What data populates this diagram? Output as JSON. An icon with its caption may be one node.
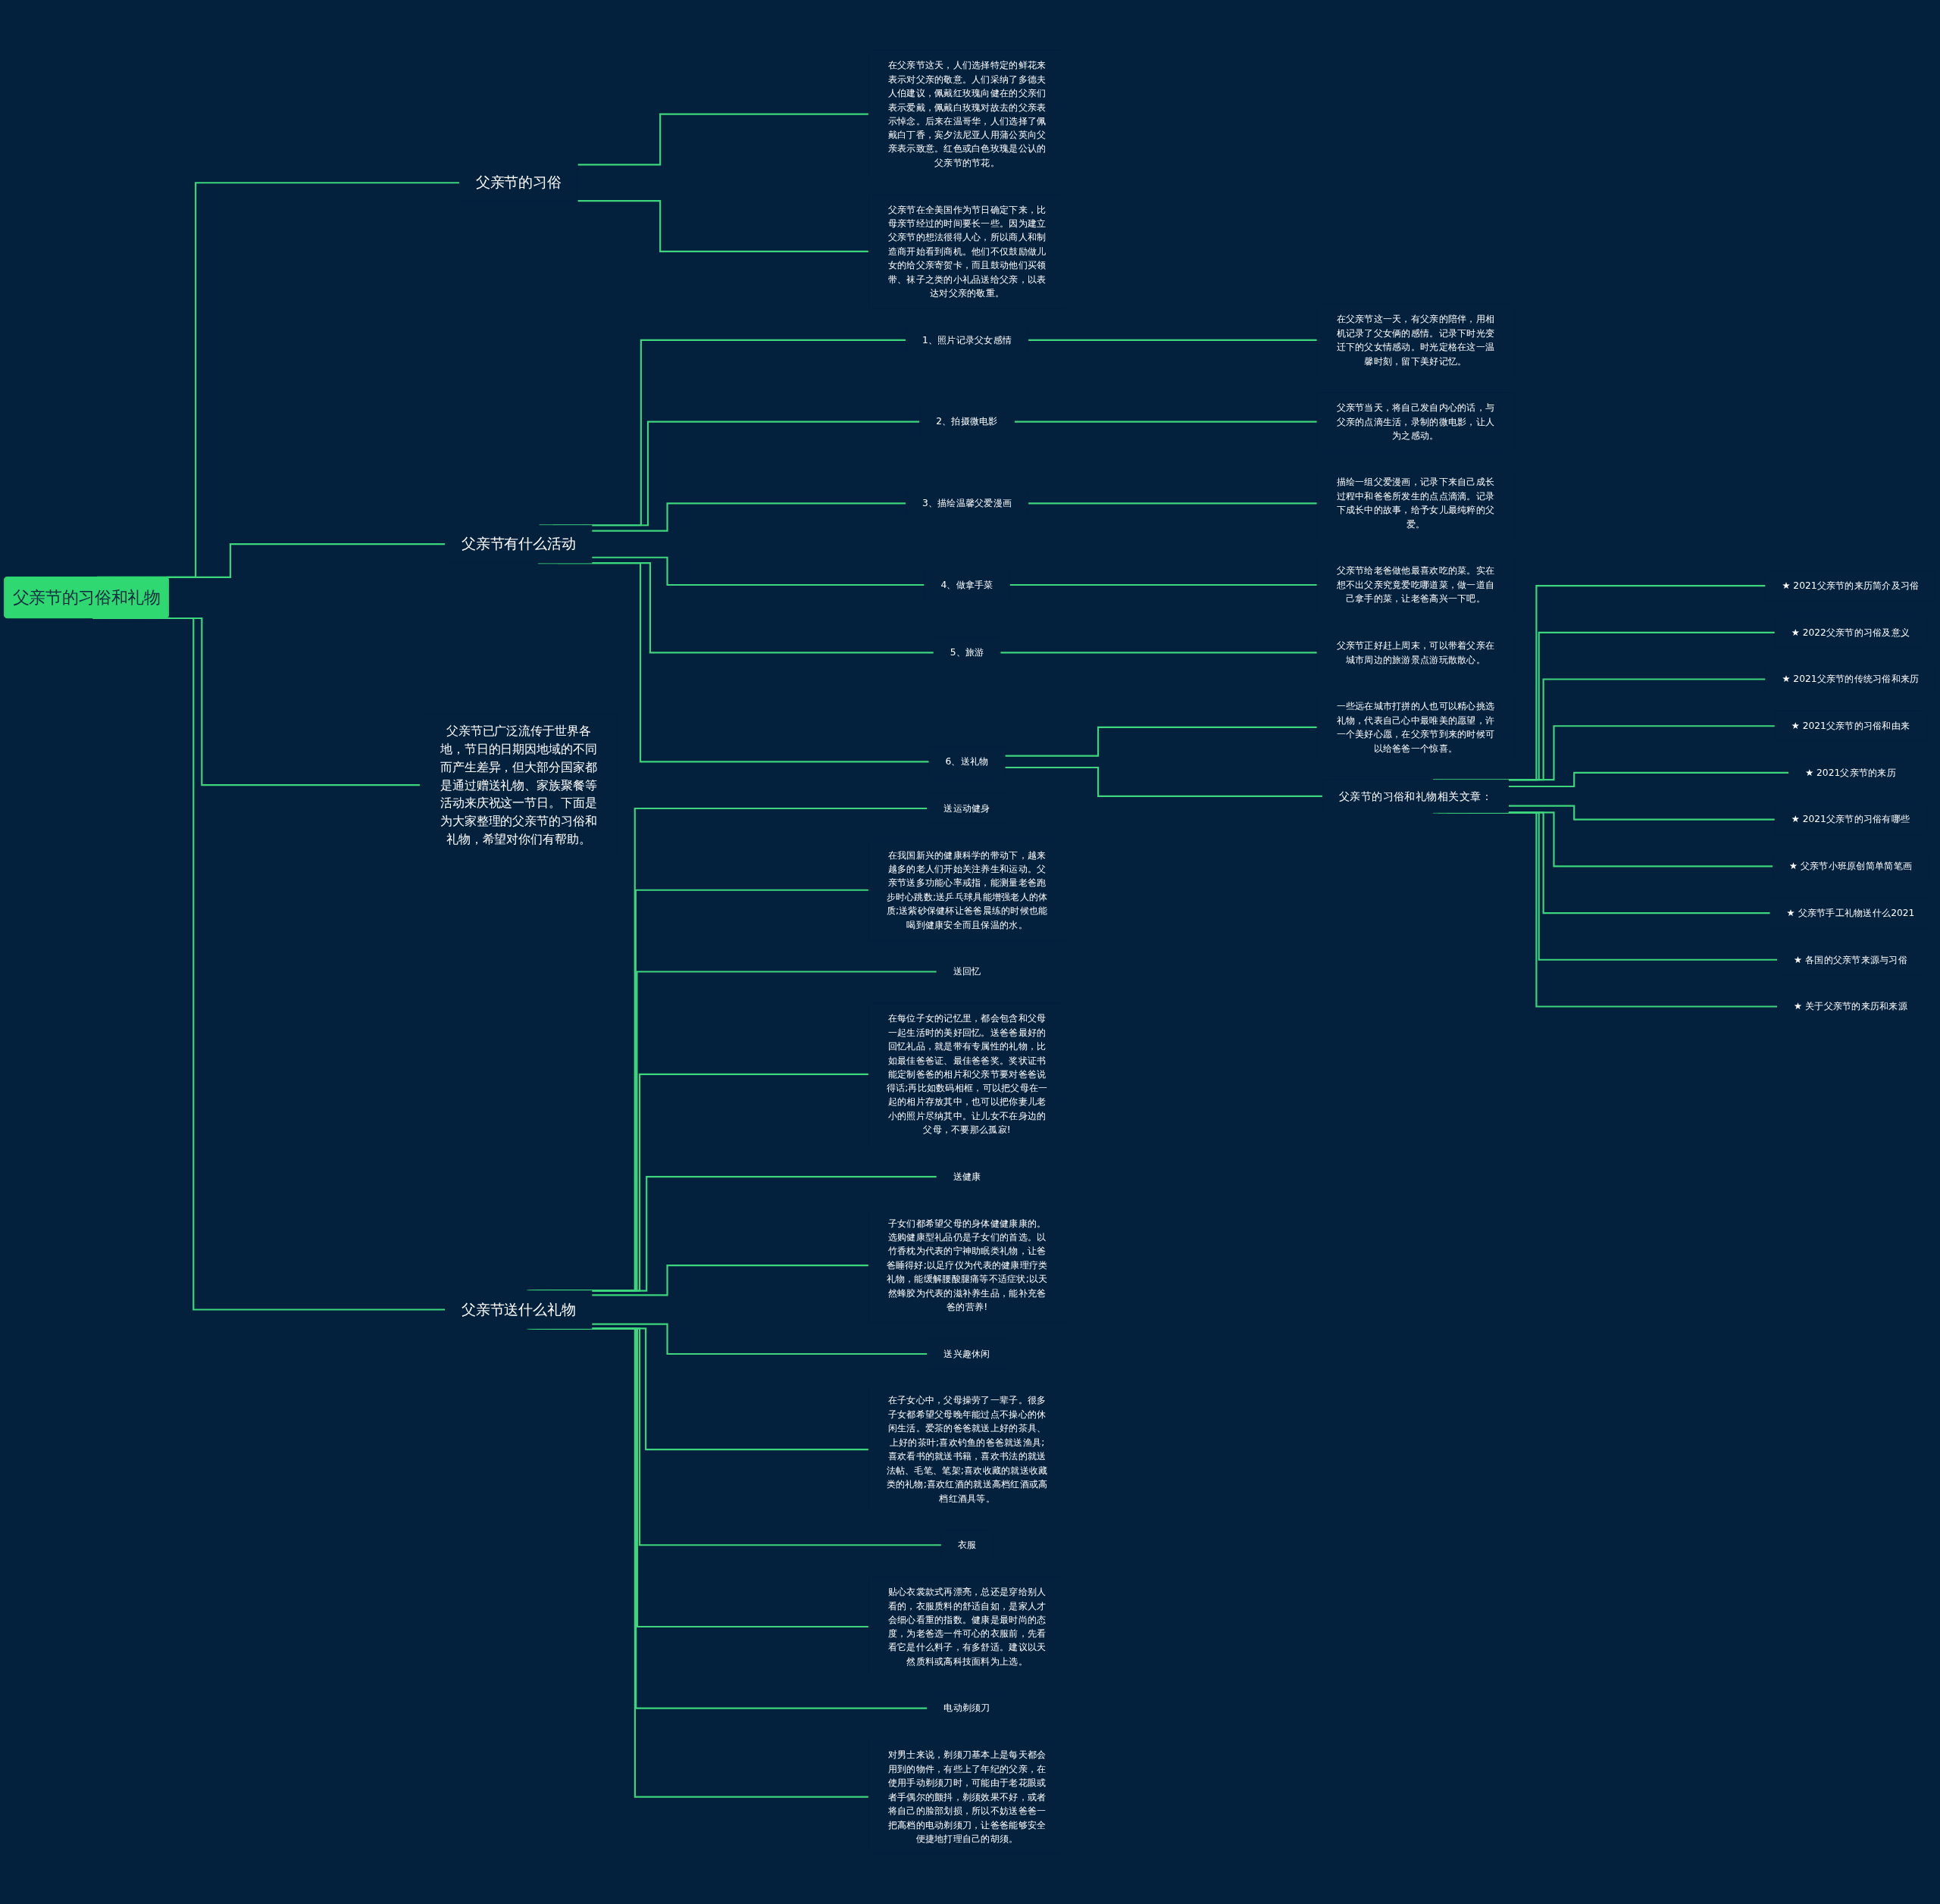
{
  "diagram": {
    "nodes": [
      {
        "text": [
          "父亲节的习俗和礼物"
        ]
      },
      {
        "text": [
          "父亲节的习俗"
        ]
      },
      {
        "text": [
          "在父亲节这天，人们选择特定的鲜花来表示对父亲的敬意。人们采纳了多德夫人伯建议，佩戴红玫瑰向健在的父亲们表示爱戴，佩戴白玫瑰对故去的父亲表示悼念。后来在温哥华，人们选择了佩戴白丁香，宾夕法尼亚人用蒲公英向父亲表示致意。红色或白色玫瑰是公认的父亲节的节花。"
        ]
      },
      {
        "text": [
          "父亲节在全美国作为节日确定下来，比母亲节经过的时间要长一些。因为建立父亲节的想法很得人心，所以商人和制造商开始看到商机。他们不仅鼓励做儿女的给父亲寄贺卡，而且鼓动他们买领带、袜子之类的小礼品送给父亲，以表达对父亲的敬重。"
        ]
      },
      {
        "text": [
          "父亲节有什么活动"
        ]
      },
      {
        "text": [
          "1、照片记录父女感情"
        ]
      },
      {
        "text": [
          "在父亲节这一天，有父亲的陪伴，用相机记录了父女俩的感情。记录下时光变迁下的父女情感动。时光定格在这一温馨时刻，留下美好记忆。"
        ]
      },
      {
        "text": [
          "2、拍摄微电影"
        ]
      },
      {
        "text": [
          "父亲节当天，将自己发自内心的话，与父亲的点滴生活，录制的微电影，让人为之感动。"
        ]
      },
      {
        "text": [
          "3、描绘温馨父爱漫画"
        ]
      },
      {
        "text": [
          "描绘一组父爱漫画，记录下来自己成长过程中和爸爸所发生的点点滴滴。记录下成长中的故事，给予女儿最纯粹的父爱。"
        ]
      },
      {
        "text": [
          "4、做拿手菜"
        ]
      },
      {
        "text": [
          "父亲节给老爸做他最喜欢吃的菜。实在想不出父亲究竟爱吃哪道菜，做一道自己拿手的菜，让老爸高兴一下吧。"
        ]
      },
      {
        "text": [
          "5、旅游"
        ]
      },
      {
        "text": [
          "父亲节正好赶上周末，可以带着父亲在城市周边的旅游景点游玩散散心。"
        ]
      },
      {
        "text": [
          "6、送礼物"
        ]
      },
      {
        "text": [
          "一些远在城市打拼的人也可以精心挑选礼物，代表自己心中最唯美的愿望，许一个美好心愿，在父亲节到来的时候可以给爸爸一个惊喜。"
        ]
      },
      {
        "text": [
          "父亲节的习俗和礼物相关文章："
        ]
      },
      {
        "text": [
          "★ 2021父亲节的来历简介及习俗"
        ]
      },
      {
        "text": [
          "★ 2022父亲节的习俗及意义"
        ]
      },
      {
        "text": [
          "★ 2021父亲节的传统习俗和来历"
        ]
      },
      {
        "text": [
          "★ 2021父亲节的习俗和由来"
        ]
      },
      {
        "text": [
          "★ 2021父亲节的来历"
        ]
      },
      {
        "text": [
          "★ 2021父亲节的习俗有哪些"
        ]
      },
      {
        "text": [
          "★ 父亲节小班原创简单简笔画"
        ]
      },
      {
        "text": [
          "★ 父亲节手工礼物送什么2021"
        ]
      },
      {
        "text": [
          "★ 各国的父亲节来源与习俗"
        ]
      },
      {
        "text": [
          "★ 关于父亲节的来历和来源"
        ]
      },
      {
        "text": [
          "父亲节已广泛流传于世界各地，节日的日期因地域的不同而产生差异，但大部分国家都是通过赠送礼物、家族聚餐等活动来庆祝这一节日。下面是为大家整理的父亲节的习俗和礼物，希望对你们有帮助。"
        ]
      },
      {
        "text": [
          "父亲节送什么礼物"
        ]
      },
      {
        "text": [
          "送运动健身"
        ]
      },
      {
        "text": [
          "在我国新兴的健康科学的带动下，越来越多的老人们开始关注养生和运动。父亲节送多功能心率戒指，能测量老爸跑步时心跳数;送乒乓球具能增强老人的体质;送紫砂保健杯让爸爸晨练的时候也能喝到健康安全而且保温的水。"
        ]
      },
      {
        "text": [
          "送回忆"
        ]
      },
      {
        "text": [
          "在每位子女的记忆里，都会包含和父母一起生活时的美好回忆。送爸爸最好的回忆礼品，就是带有专属性的礼物，比如最佳爸爸证、最佳爸爸奖。奖状证书能定制爸爸的相片和父亲节要对爸爸说得话;再比如数码相框，可以把父母在一起的相片存放其中，也可以把你妻儿老小的照片尽纳其中。让儿女不在身边的父母，不要那么孤寂!"
        ]
      },
      {
        "text": [
          "送健康"
        ]
      },
      {
        "text": [
          "子女们都希望父母的身体健健康康的。选购健康型礼品仍是子女们的首选。以竹香枕为代表的宁神助眠类礼物，让爸爸睡得好;以足疗仪为代表的健康理疗类礼物，能缓解腰酸腿痛等不适症状;以天然蜂胶为代表的滋补养生品，能补充爸爸的营养!"
        ]
      },
      {
        "text": [
          "送兴趣休闲"
        ]
      },
      {
        "text": [
          "在子女心中，父母操劳了一辈子。很多子女都希望父母晚年能过点不操心的休闲生活。爱茶的爸爸就送上好的茶具、上好的茶叶;喜欢钓鱼的爸爸就送渔具;喜欢看书的就送书籍，喜欢书法的就送法帖、毛笔、笔架;喜欢收藏的就送收藏类的礼物;喜欢红酒的就送高档红酒或高档红酒具等。"
        ]
      },
      {
        "text": [
          "衣服"
        ]
      },
      {
        "text": [
          "贴心衣裳款式再漂亮，总还是穿给别人看的，衣服质料的舒适自如，是家人才会细心看重的指数。健康是最时尚的态度，为老爸选一件可心的衣服前，先看看它是什么料子，有多舒适。建议以天然质料或高科技面料为上选。"
        ]
      },
      {
        "text": [
          "电动剃须刀"
        ]
      },
      {
        "text": [
          "对男士来说，剃须刀基本上是每天都会用到的物件，有些上了年纪的父亲，在使用手动剃须刀时，可能由于老花眼或者手偶尔的颤抖，剃须效果不好，或者将自己的脸部划损，所以不妨送爸爸一把高档的电动剃须刀，让爸爸能够安全便捷地打理自己的胡须。"
        ]
      }
    ],
    "edges": [
      {
        "from": 0,
        "to": 1,
        "arrow": "none"
      },
      {
        "from": 1,
        "to": 2,
        "arrow": "none"
      },
      {
        "from": 1,
        "to": 3,
        "arrow": "none"
      },
      {
        "from": 0,
        "to": 4,
        "arrow": "none"
      },
      {
        "from": 4,
        "to": 5,
        "arrow": "none"
      },
      {
        "from": 5,
        "to": 6,
        "arrow": "none"
      },
      {
        "from": 4,
        "to": 7,
        "arrow": "none"
      },
      {
        "from": 7,
        "to": 8,
        "arrow": "none"
      },
      {
        "from": 4,
        "to": 9,
        "arrow": "none"
      },
      {
        "from": 9,
        "to": 10,
        "arrow": "none"
      },
      {
        "from": 4,
        "to": 11,
        "arrow": "none"
      },
      {
        "from": 11,
        "to": 12,
        "arrow": "none"
      },
      {
        "from": 4,
        "to": 13,
        "arrow": "none"
      },
      {
        "from": 13,
        "to": 14,
        "arrow": "none"
      },
      {
        "from": 4,
        "to": 15,
        "arrow": "none"
      },
      {
        "from": 15,
        "to": 16,
        "arrow": "none"
      },
      {
        "from": 15,
        "to": 17,
        "arrow": "none"
      },
      {
        "from": 17,
        "to": 18,
        "arrow": "none"
      },
      {
        "from": 17,
        "to": 19,
        "arrow": "none"
      },
      {
        "from": 17,
        "to": 20,
        "arrow": "none"
      },
      {
        "from": 17,
        "to": 21,
        "arrow": "none"
      },
      {
        "from": 17,
        "to": 22,
        "arrow": "none"
      },
      {
        "from": 17,
        "to": 23,
        "arrow": "none"
      },
      {
        "from": 17,
        "to": 24,
        "arrow": "none"
      },
      {
        "from": 17,
        "to": 25,
        "arrow": "none"
      },
      {
        "from": 17,
        "to": 26,
        "arrow": "none"
      },
      {
        "from": 17,
        "to": 27,
        "arrow": "none"
      },
      {
        "from": 0,
        "to": 28,
        "arrow": "none"
      },
      {
        "from": 0,
        "to": 29,
        "arrow": "none"
      },
      {
        "from": 29,
        "to": 30,
        "arrow": "none"
      },
      {
        "from": 29,
        "to": 31,
        "arrow": "none"
      },
      {
        "from": 29,
        "to": 32,
        "arrow": "none"
      },
      {
        "from": 29,
        "to": 33,
        "arrow": "none"
      },
      {
        "from": 29,
        "to": 34,
        "arrow": "none"
      },
      {
        "from": 29,
        "to": 35,
        "arrow": "none"
      },
      {
        "from": 29,
        "to": 36,
        "arrow": "none"
      },
      {
        "from": 29,
        "to": 37,
        "arrow": "none"
      },
      {
        "from": 29,
        "to": 38,
        "arrow": "none"
      },
      {
        "from": 29,
        "to": 39,
        "arrow": "none"
      },
      {
        "from": 29,
        "to": 40,
        "arrow": "none"
      },
      {
        "from": 29,
        "to": 41,
        "arrow": "none"
      }
    ]
  }
}
